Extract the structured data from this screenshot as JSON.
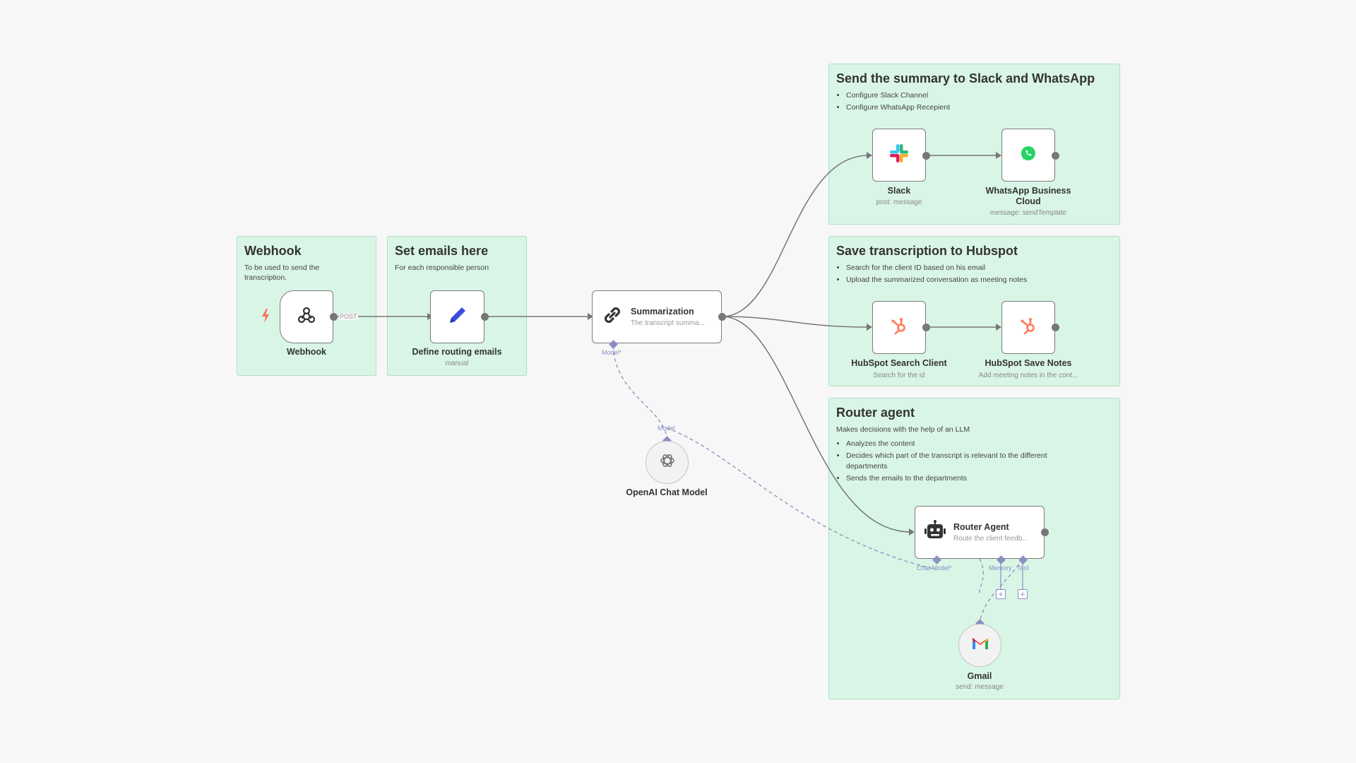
{
  "stickies": {
    "webhook": {
      "title": "Webhook",
      "desc": "To be used to send the transcription."
    },
    "emails": {
      "title": "Set emails here",
      "desc": "For each responsible person"
    },
    "slack_whatsapp": {
      "title": "Send the summary to Slack and WhatsApp",
      "items": [
        "Configure Slack Channel",
        "Configure WhatsApp Recepient"
      ]
    },
    "hubspot": {
      "title": "Save transcription to Hubspot",
      "items": [
        "Search for the client ID based on his email",
        "Upload the summarized conversation as meeting notes"
      ]
    },
    "router": {
      "title": "Router agent",
      "desc": "Makes decisions with the help of an LLM",
      "items": [
        "Analyzes the content",
        "Decides which part of the transcript is relevant to the different departments",
        "Sends the emails to the departments"
      ]
    }
  },
  "nodes": {
    "webhook": {
      "label": "Webhook",
      "edge_label": "POST"
    },
    "define_emails": {
      "label": "Define routing emails",
      "sub": "manual"
    },
    "summarization": {
      "title": "Summarization",
      "desc": "The transcript summa...",
      "port_model": "Model*"
    },
    "openai": {
      "label": "OpenAI Chat Model",
      "port_model": "Model"
    },
    "slack": {
      "label": "Slack",
      "sub": "post: message"
    },
    "whatsapp": {
      "label": "WhatsApp Business Cloud",
      "sub": "message: sendTemplate"
    },
    "hubspot_search": {
      "label": "HubSpot Search Client",
      "sub": "Search for the id"
    },
    "hubspot_save": {
      "label": "HubSpot Save Notes",
      "sub": "Add meeting notes in the cont..."
    },
    "router_agent": {
      "title": "Router Agent",
      "desc": "Route the client feedb...",
      "port_chat_model": "Chat Model*",
      "port_memory": "Memory",
      "port_tool": "Tool",
      "plus": "+"
    },
    "gmail": {
      "label": "Gmail",
      "sub": "send: message"
    }
  },
  "colors": {
    "sticky_bg": "#d9f5e6",
    "sticky_border": "#aee0c4",
    "edge": "#777777",
    "ai_port": "#8a8fc2",
    "trigger_bolt": "#ff6d5a"
  },
  "icons": {
    "webhook": "webhook-icon",
    "define_emails": "pencil-icon",
    "summarization": "chain-link-icon",
    "openai": "openai-icon",
    "slack": "slack-icon",
    "whatsapp": "whatsapp-icon",
    "hubspot": "hubspot-icon",
    "router_agent": "robot-icon",
    "gmail": "gmail-icon",
    "trigger": "lightning-bolt-icon"
  }
}
